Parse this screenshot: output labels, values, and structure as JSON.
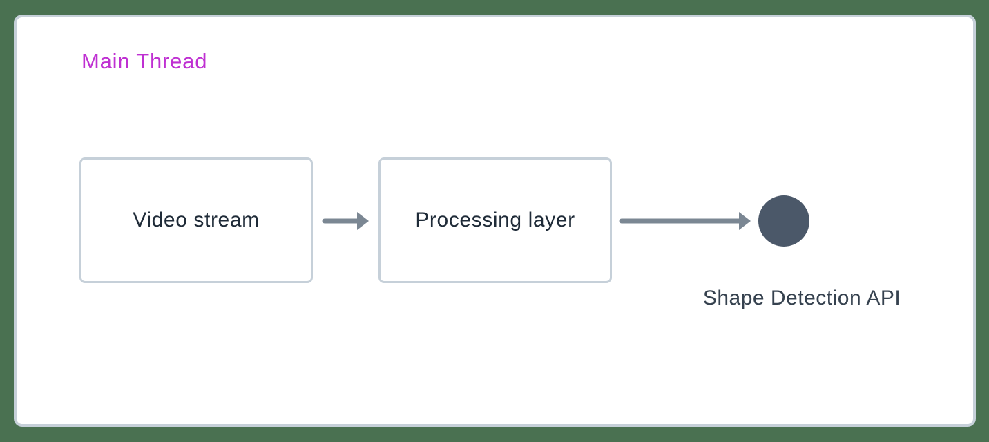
{
  "diagram": {
    "title": "Main Thread",
    "nodes": [
      {
        "id": "video-stream",
        "type": "box",
        "label": "Video stream"
      },
      {
        "id": "processing-layer",
        "type": "box",
        "label": "Processing layer"
      },
      {
        "id": "shape-detection-api",
        "type": "dot",
        "label": "Shape Detection API"
      }
    ],
    "edges": [
      {
        "from": "video-stream",
        "to": "processing-layer",
        "style": "arrow"
      },
      {
        "from": "processing-layer",
        "to": "shape-detection-api",
        "style": "arrow"
      }
    ]
  },
  "colors": {
    "background": "#4a7151",
    "panel_bg": "#ffffff",
    "panel_border": "#c6d0d9",
    "node_border": "#c6d0d9",
    "title": "#bf30d2",
    "node_text": "#1f2b38",
    "api_label": "#36424f",
    "arrow": "#7b8793",
    "api_dot": "#4b5869"
  }
}
